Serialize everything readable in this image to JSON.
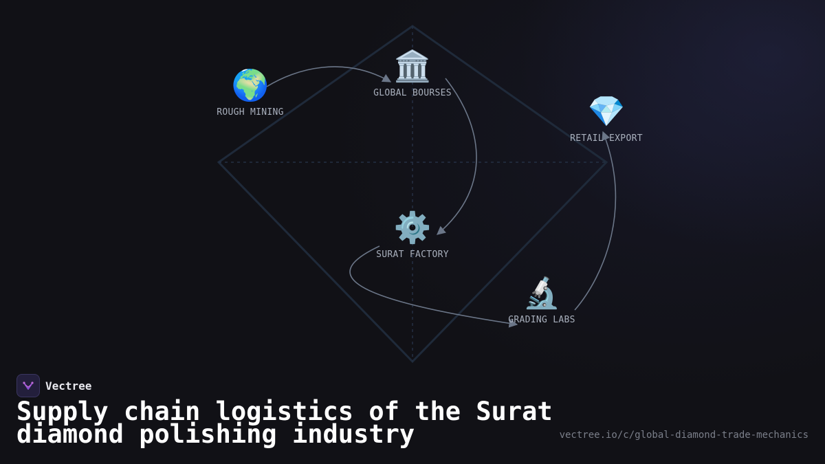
{
  "diagram": {
    "nodes": [
      {
        "id": "rough-mining",
        "icon": "earth-globe-icon",
        "emoji": "🌍",
        "label": "ROUGH MINING"
      },
      {
        "id": "global-bourses",
        "icon": "classical-building-icon",
        "emoji": "🏛️",
        "label": "GLOBAL BOURSES"
      },
      {
        "id": "retail-export",
        "icon": "gem-stone-icon",
        "emoji": "💎",
        "label": "RETAIL EXPORT"
      },
      {
        "id": "surat-factory",
        "icon": "gear-icon",
        "emoji": "⚙️",
        "label": "SURAT FACTORY"
      },
      {
        "id": "grading-labs",
        "icon": "microscope-icon",
        "emoji": "🔬",
        "label": "GRADING LABS"
      }
    ],
    "edges": [
      {
        "from": "rough-mining",
        "to": "global-bourses"
      },
      {
        "from": "global-bourses",
        "to": "surat-factory"
      },
      {
        "from": "surat-factory",
        "to": "grading-labs"
      },
      {
        "from": "grading-labs",
        "to": "retail-export"
      }
    ],
    "colors": {
      "frame": "#1f2a3a",
      "edge": "#6b7688",
      "label": "#a9b0bd"
    }
  },
  "brand": {
    "name": "Vectree",
    "logo_icon": "vectree-logo-icon",
    "accent": "#8b4fd6"
  },
  "title": "Supply chain logistics of the Surat diamond polishing industry",
  "url": "vectree.io/c/global-diamond-trade-mechanics"
}
